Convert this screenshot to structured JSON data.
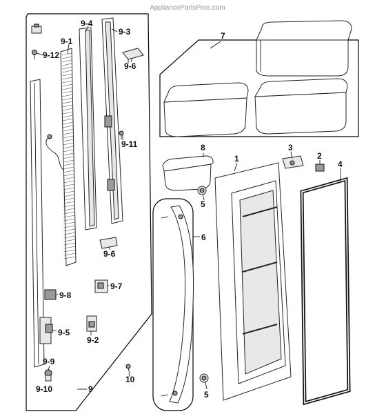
{
  "watermark": "AppliancePartsPros.com",
  "callouts": {
    "c1": "1",
    "c2": "2",
    "c3": "3",
    "c4": "4",
    "c5a": "5",
    "c5b": "5",
    "c6": "6",
    "c7": "7",
    "c8": "8",
    "c9": "9",
    "c9_1": "9-1",
    "c9_2": "9-2",
    "c9_3": "9-3",
    "c9_4": "9-4",
    "c9_5": "9-5",
    "c9_6a": "9-6",
    "c9_6b": "9-6",
    "c9_7": "9-7",
    "c9_8": "9-8",
    "c9_9": "9-9",
    "c9_10": "9-10",
    "c9_11": "9-11",
    "c9_12": "9-12",
    "c10": "10"
  }
}
